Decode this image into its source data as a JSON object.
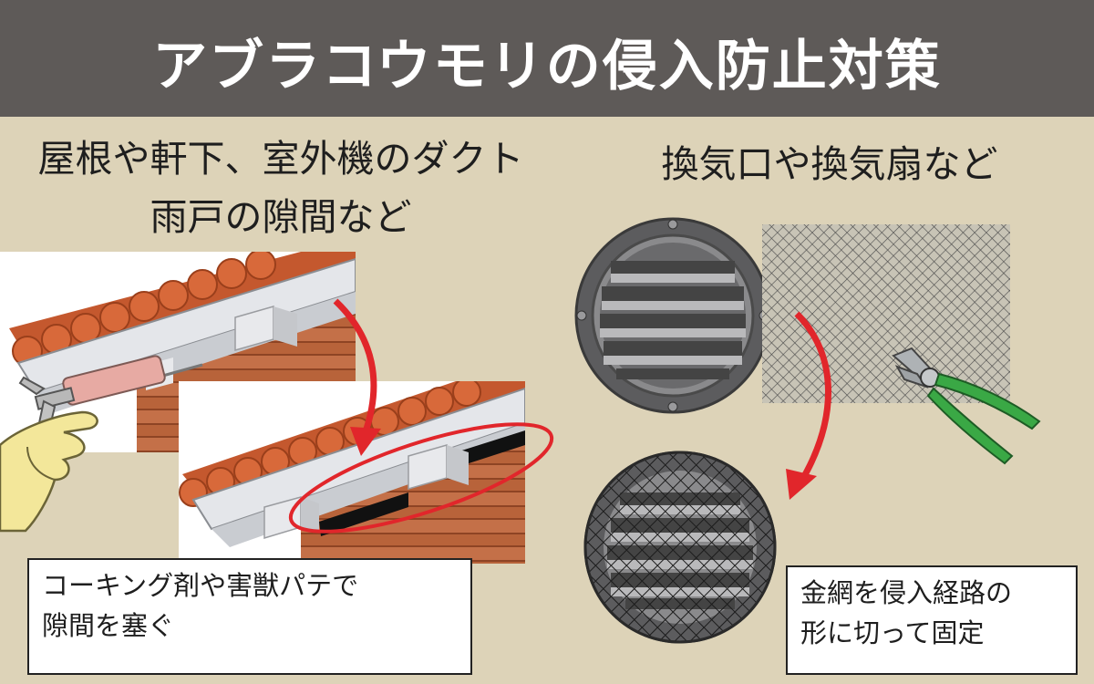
{
  "header": {
    "title": "アブラコウモリの侵入防止対策"
  },
  "left": {
    "heading_line1": "屋根や軒下、室外機のダクト",
    "heading_line2": "雨戸の隙間など",
    "caption_line1": "コーキング剤や害獣パテで",
    "caption_line2": "隙間を塞ぐ"
  },
  "right": {
    "heading": "換気口や換気扇など",
    "caption_line1": "金網を侵入経路の",
    "caption_line2": "形に切って固定"
  },
  "colors": {
    "background": "#ddd3b8",
    "title_bar": "#5e5a58",
    "arrow_red": "#e1262b",
    "roof_tile": "#c4582e",
    "wall_brick": "#b8633a",
    "plier_handle": "#3aa845"
  },
  "illustrations": [
    "caulking-gun-icon",
    "roof-eave-before-icon",
    "roof-eave-sealed-icon",
    "vent-cover-icon",
    "wire-mesh-icon",
    "pliers-icon",
    "vent-with-mesh-icon"
  ]
}
